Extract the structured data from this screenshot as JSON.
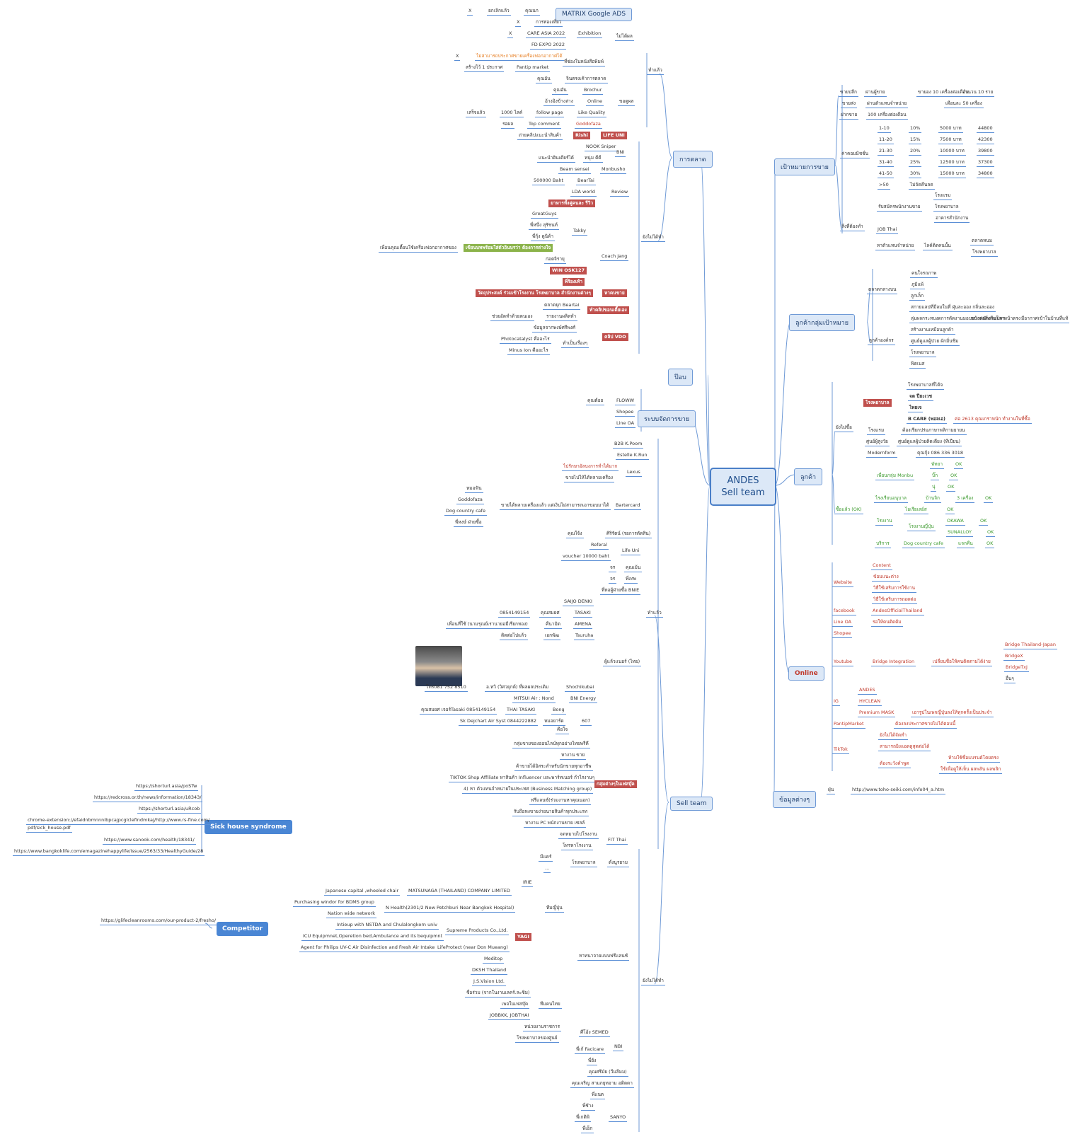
{
  "root": {
    "line1": "ANDES",
    "line2": "Sell team"
  },
  "branches": {
    "marketing": "การตลาด",
    "sales_target": "เป้าหมายการขาย",
    "target_customers": "ลูกค้ากลุ่มเป้าหมาย",
    "customers": "ลูกค้า",
    "online": "Online",
    "misc_info": "ข้อมูลต่างๆ",
    "pop": "ป๊อบ",
    "sales_system": "ระบบจัดการขาย",
    "sell_team": "Sell team",
    "sick_house": "Sick house syndrome",
    "competitor": "Competitor"
  },
  "nodes": {
    "m1": "X",
    "m2": "ยกเลิกแล้ว",
    "m3": "คุณนก",
    "m4": "MATRIX Google ADS",
    "m5": "X",
    "m6": "การท่องเที่ยว",
    "m7": "X",
    "m8": "CARE ASIA 2022",
    "m9": "Exhibition",
    "m10": "FD EXPO 2022",
    "m11": "ไม่ได้ผล",
    "m12": "X",
    "m13": "ไม่สามารถประกาศขายเครื่องฟอกอากาศได้",
    "m14": "ที่ช่องในหนังสือพิมพ์",
    "m15": "สร้างไว้ 1 ประกาศ",
    "m16": "Pantip market",
    "m17": "ทำแล้ว",
    "m18": "คุณอัน",
    "m19": "จินตรงเค้าการตลาด",
    "m20": "คุณอัน",
    "m21": "Brochur",
    "m22": "อ้างอิงข้างล่าง",
    "m23": "Online",
    "m24": "ขอดูผล",
    "m25": "เสร็จแล้ว",
    "m26": "1000 ไลค์",
    "m27": "follow page",
    "m28": "Like Quality",
    "m29": "รอผล",
    "m30": "Top comment",
    "m31": "Goddofaza",
    "m32": "ถ่ายคลิปแนะนำสินค้า",
    "m33": "Rishi",
    "m34": "LIFE UNI",
    "m35": "NOOK Sniper",
    "m36": "แนะนำฮินเดียร์ได้",
    "m37": "หนุ่ม ดีดี",
    "m38": "BNI",
    "m39": "Beam sensei",
    "m40": "Monbusho",
    "m41": "500000 Baht",
    "m42": "BearTai",
    "m43": "LDA world",
    "m44": "Review",
    "m45": "ยาหารทั้งคู่คนละ รีวิว",
    "m46": "GreatGuys",
    "m47": "พี่หนึ่ง สุรัชนท์",
    "m48": "พี่กุ้ง ดูนิด้า",
    "m49": "Takky",
    "m50": "เพื่อนคุณเตี้ยนใช้เครื่องฟอกอากาศของ",
    "m51": "เขียนบทพร้อมใส่ตัวอินบรว่า ต้องการต่างใจ",
    "m52": "ก่อตจิรายุ",
    "m53": "Coach Jang",
    "m54": "WIN OSK127",
    "m55": "พี่ร้องเท้า",
    "m56": "วัตถุประสงค์ ร่วมเข้าโรงงาน โรงพยาบาล สำนักงานต่างๆ",
    "m57": "หาคนขาย",
    "m58": "ตลาดยุก Beartai",
    "m59": "ทำคลิปขอนเตี้ยเอง",
    "m60": "ช่วยอัดทำด้วยตนเอง",
    "m61": "รายงานผลิตทำ",
    "m62": "ข้อมูลจากพงษ์ศรีพงศ์",
    "m63": "คลิป VDO",
    "m64": "Photocatalyst คืออะไร",
    "m65": "ทำเป็นเรื่องๆ",
    "m66": "Minus Ion คืออะไร",
    "m67": "ยังไม่ได้ทำ",
    "t1": "ขายปลีก",
    "t2": "ผ่านผู้ขาย",
    "t3": "ขายอง 10 เครื่องต่อเดือน",
    "t4": "จำนวน 10 ราย",
    "t5": "ขายส่ง",
    "t6": "ผ่านตัวแทนจำหน่าย",
    "t7": "เดือนละ 50 เครื่อง",
    "t8": "ฝากขาย",
    "t9": "100 เครื่องต่อเดือน",
    "t10": "ค่าคอมมิชชั่น",
    "t_r1": [
      "1-10",
      "10%",
      "5000 บาท",
      "44800"
    ],
    "t_r2": [
      "11-20",
      "15%",
      "7500 บาท",
      "42300"
    ],
    "t_r3": [
      "21-30",
      "20%",
      "10000 บาท",
      "39800"
    ],
    "t_r4": [
      "31-40",
      "25%",
      "12500 บาท",
      "37300"
    ],
    "t_r5": [
      "41-50",
      "30%",
      "15000 บาท",
      "34800"
    ],
    "t_r6": [
      ">50",
      "ไม่จัดคืนลด"
    ],
    "t11": "รับสมัครพนักงานขาย",
    "t12": "โรงแรม",
    "t13": "โรงพยาบาล",
    "t14": "อาคารสำนักงาน",
    "t15": "สิ่งที่ต้องทำ",
    "t16": "JOB Thai",
    "t17": "หาตัวแทนจำหน่าย",
    "t18": "ไลค์ติดคนนั้น",
    "t19": "ตลาดหนม",
    "t20": "โรงพยาบาล",
    "tc1": "ตลาดกลางบน",
    "tc2": "คนใจรถภาพ",
    "tc3": "ภูมิแพ้",
    "tc4": "ลูกเล็ก",
    "tc5": "สกายแลปที่มีลมในที่ ฝุ่นละออง กลิ่นละออง",
    "tc6": "ลุ่มผลกระทบงดการดัดงานมอบบางต่อสิ่งลืมโลกหน้าตรง",
    "tc7": "หน้าพนักงานปลา",
    "tc8": "มีอากาศเข้าในบ้านที่แท้",
    "tc9": "ลูกค้าองค์กร",
    "tc10": "สร้างงานเหมือนลูกค้า",
    "tc11": "ศูนย์ดูแลผู้ป่วย ผักมิ่นชิม",
    "tc12": "โรงพยาบาล",
    "tc13": "ฟิตเนส",
    "c1": "โรงพยาบาลที่ได้จ",
    "c2": "จต ปียะเวช",
    "c3": "โรงพยาบาล",
    "c4": "ไทยเจ",
    "c5": "B CARE (พอลเอ)",
    "c6": "ค่อ 2613 คุณเกราหนัก ทำงานในที่ซื้อ",
    "c7": "ยังไม่ซื้อ",
    "c8": "โรงแรม",
    "c9": "ค้องเรียกปร่มภาษาพลิกามยายน",
    "c10": "ศูนย์ผู้สูงวัย",
    "c11": "ศูนย์ดูแลผู้ป่วยติดเตียง (ทีเปียน)",
    "c12": "Modernform",
    "c13": "คุณกุ้ง 086 336 3018",
    "c14": "เพื่อนกลุ่ม Monbu",
    "c15": "พัทยา",
    "c16": "OK",
    "c17": "บิ๊ก",
    "c18": "OK",
    "c19": "นุ่",
    "c20": "OK",
    "c21": "ซื้อแล้ว (OK)",
    "c22": "ไรงเรียนอนุบาล",
    "c23": "บ้านจิก",
    "c24": "3 เครื่อง",
    "c25": "OK",
    "c26": "ไอเรียเลย์ส",
    "c27": "OK",
    "c28": "โรงงาน",
    "c29": "โรงงานญี่ปุ่น",
    "c30": "OKAWA",
    "c31": "OK",
    "c32": "SUNALLOY",
    "c33": "OK",
    "c34": "บริการ",
    "c35": "Dog country cafe",
    "c36": "แจกคืน",
    "c37": "OK",
    "o1": "Website",
    "o2": "Content",
    "o3": "ข้อมแนะต่าง",
    "o4": "วิธีใช้เสริมการใช้งาน",
    "o5": "วิธีใช้เสริมการถอดต่อ",
    "o6": "facebook",
    "o7": "AndesOfficialThailand",
    "o8": "Line OA",
    "o9": "รอให้คนติดต้ม",
    "o10": "Shopee",
    "o11": "Youtube",
    "o12": "Bridge Integration",
    "o13": "เปลี่ยนชื่อให้คนติดตามได้ง่าย",
    "o14": "Bridge Thailand-Japan",
    "o15": "BridgeX",
    "o16": "BridgeTxJ",
    "o17": "อื่นๆ",
    "o18": "IG",
    "o19": "ANDES",
    "o20": "HYCLEAN",
    "o21": "Premium MASK",
    "o22": "เอารูปในเพจญี่ปุ่นลงให้ทุกครั้งเป็นประจำ",
    "o23": "PantipMarket",
    "o24": "ต้องลงประกาศขายไม่ได้ตอนนี้",
    "o25": "TikTok",
    "o26": "ยังไม่ได้จัดทำ",
    "o27": "สามารถยิงแอดดูสุดต่อได้",
    "o28": "ต้องระวังคำพูด",
    "o29": "ห้ามใช้ชื่อแบรนด์โดยตรง",
    "o30": "ใช้เพื่อดูให้เห็น ผลพลัน ผลพลิก",
    "i1": "ฝุ่น",
    "i2": "http://www.toho-seiki.com/info04_a.htm",
    "s1": "คุณต้อย",
    "s2": "FLOWW",
    "s3": "Shopee",
    "s4": "Line OA",
    "st1": "B2B K.Poom",
    "st2": "Estelle K.Run",
    "st3": "ไปรักษาอัลบงการทำได้มาก",
    "st4": "ขายไปให้ได้หลายเครื่อง",
    "st5": "Lexus",
    "st6": "หมอฟัน",
    "st7": "Goddofaza",
    "st8": "Dog country cafe",
    "st9": "พี่หงษ์ ฝ่ายซื้อ",
    "st10": "ขายได้หลายเครื่องแล้ว แต่เงินไม่สามารถเอาขอบมาได้",
    "st11": "Bartercard",
    "st12": "คุณใจ้ง",
    "st13": "ศิริรัตน์ (รอการตัดสิน)",
    "st14": "Referal",
    "st15": "Life Uni",
    "st16": "voucher 10000 baht",
    "st17": "จร",
    "st18": "คุณเม้น",
    "st19": "จร",
    "st20": "พี่เทพ",
    "st21": "พี่ทอผู้ฝ่ายซื้อ BNIE",
    "st22": "SAIJO DENKI",
    "st23": "0854149154",
    "st24": "คุณสมยศ",
    "st25": "TASAKI",
    "st26": "เพื่อนที่ใช้ (นามรุณย์เรานายอมีเรียกทอง)",
    "st27": "คืนามิต",
    "st28": "AMENA",
    "st29": "ติดต่อไปแล้ว",
    "st30": "เอกพัฒ",
    "st31": "Tsuruha",
    "st32": "ผู้แล้วแนอร์ (ไทย)",
    "st33": "โทร081 752 8510",
    "st34": "อ.ทวิ (วิศวยุกต์) ที่ผลผลประเดิม",
    "st35": "Shochikubai",
    "st36": "MITSUI Air : Nond",
    "st37": "BNI Energy",
    "st38": "คุณสมยศ เจอร์Tasaki 0854149154",
    "st39": "THAI TASAKI",
    "st40": "Bong",
    "st41": "Sk Dejchart Air Syst 0844222882",
    "st42": "หมอยาร์ด",
    "st43": "607",
    "st44": "ทำแล้ว",
    "st45": "คือใจ",
    "st46": "กลุ่มขายของออนไลน์ทุกอย่างไทยพรีคี",
    "st47": "หางาน ขาย",
    "st48": "ค้าขายได้อิสระสำหรับนักขายทุกอาชีพ",
    "st49": "TIKTOK Shop Affiliate หาสินค้า Influencer และพาร์ทเนอร์ กำไรงานๆ",
    "st50": "4) หา ตัวแทนจำหน่ายในประเทศ (Business Matching group)",
    "st51": "ฟรีแลนซ์(ร่วมงานหาคุณนอก)",
    "st52": "รับถือหงขายง่ายนายสินค้าทุกประเภท",
    "st53": "หางาน PC พนักงานขาย เซลล์",
    "st54": "กลุ่มต่างๆในเฟสบุ๊ค",
    "st55": "จดหมายไปโรงงาน",
    "st56": "โทรหาโรงงาน",
    "st57": "FIT Thai",
    "st58": "มีแคร์",
    "st59": "...",
    "st60": "โรงพยาบาล",
    "st61": "ดั่งนูรยาม",
    "st62": "IRIE",
    "st63": "Japanese capital ,wheeled chair",
    "st64": "MATSUNAGA (THAILAND) COMPANY LIMITED",
    "st65": "Purchasing windor for BDMS group",
    "st66": "N Health(2301/2 New Petchburi Near Bangkok Hospital)",
    "st67": "Nation wide network",
    "st68": "Intieup with NSTDA and Chulalongkorn univ",
    "st69": "Supreme Products Co.,Ltd.",
    "st70": "ICU Equipmnet,Operetion bed,Ambulance and its bequipmnt",
    "st71": "Agent for Philips UV-C Air Disinfection and Fresh Air Intake",
    "st72": "LifeProtect (near Don Mueang)",
    "st73": "YAGI",
    "st74": "Meditop",
    "st75": "DKSH Thailand",
    "st76": "J.S.Vision Ltd.",
    "st77": "ทีมญี่ปุ่น",
    "st78": "หาทนาจายแบบฟรีแลนซ์",
    "st79": "ชื่อร่วม (จากในงานเลคร์.ละชิม)",
    "st80": "เพจในเฟสบุ๊ค",
    "st81": "ทีมคนไทย",
    "st82": "JOBBKK, JOBTHAI",
    "st83": "หน่วยงานราชการ",
    "st84": "โรงพยาบาลของศูนย์",
    "st85": "ศีโอ้ง SEMED",
    "st86": "NBI",
    "st87": "พี่เก้ Facicare",
    "st88": "พี่ฮ้ง",
    "st89": "คุณศรีมัย (วีมลีมม)",
    "st90": "คุณเจริญ สามภยุทอาม อติดดา",
    "st91": "พี่แนต",
    "st92": "พี่ช้าง",
    "st93": "พี่เกติพิ",
    "st94": "พี่เอ็ก",
    "st95": "SANYO",
    "st96": "ยังไม่ได้ทำ",
    "sh1": "https://shorturl.asia/poSTw",
    "sh2": "https://redcross.or.th/news/information/18343/",
    "sh3": "https://shorturl.asia/uRcob",
    "sh4": "chrome-extension://efaidnbmnnnibpcajpcglclefindmkaj/http://www.rs-fine.com/",
    "sh5": "pdf/sick_house.pdf",
    "sh6": "https://www.sanook.com/health/18341/",
    "sh7": "https://www.bangkoklife.com/emagazinehappylife/issue/2563/33/HealthyGuide/28",
    "cp1": "https://glifecleanrooms.com/our-product-2/fresho/"
  },
  "colors": {
    "line": "#6f9ad6",
    "red": "#c0392b",
    "green": "#3c9a2e",
    "boxred": "#c0504d"
  }
}
